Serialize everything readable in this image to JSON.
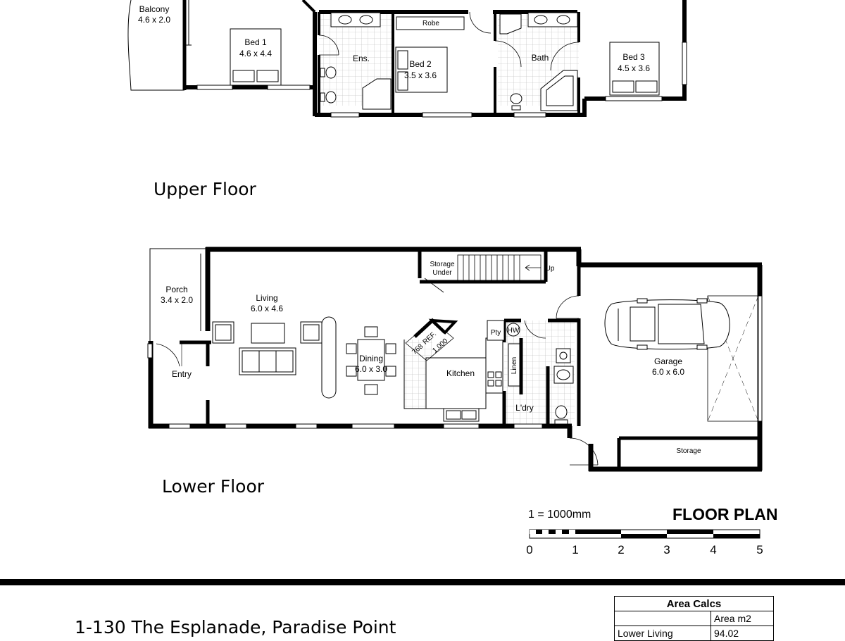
{
  "upper_floor": {
    "title": "Upper Floor",
    "rooms": [
      {
        "name": "Balcony",
        "size": "4.6 x 2.0"
      },
      {
        "name": "Bed 1",
        "size": "4.6 x 4.4"
      },
      {
        "name": "Ens.",
        "size": ""
      },
      {
        "name": "Robe",
        "size": ""
      },
      {
        "name": "Bed 2",
        "size": "3.5 x 3.6"
      },
      {
        "name": "Bath",
        "size": ""
      },
      {
        "name": "Bed 3",
        "size": "4.5 x 3.6"
      }
    ]
  },
  "lower_floor": {
    "title": "Lower Floor",
    "rooms": [
      {
        "name": "Porch",
        "size": "3.4 x 2.0"
      },
      {
        "name": "Living",
        "size": "6.0 x 4.6"
      },
      {
        "name": "Storage",
        "size": "Under"
      },
      {
        "name": "Up",
        "size": ""
      },
      {
        "name": "Dining",
        "size": "6.0 x 3.0"
      },
      {
        "name": "Kitchen",
        "size": ""
      },
      {
        "name": "Entry",
        "size": ""
      },
      {
        "name": "Pty",
        "size": ""
      },
      {
        "name": "HW",
        "size": ""
      },
      {
        "name": "Linen",
        "size": ""
      },
      {
        "name": "L'dry",
        "size": ""
      },
      {
        "name": "Garage",
        "size": "6.0 x 6.0"
      },
      {
        "name": "Storage",
        "size": ""
      }
    ],
    "fridge": {
      "label": "REF.",
      "dim_a": "768",
      "dim_b": "1,000"
    }
  },
  "legend": {
    "scale_text": "1 = 1000mm",
    "plan_title": "FLOOR PLAN",
    "ticks": [
      "0",
      "1",
      "2",
      "3",
      "4",
      "5"
    ]
  },
  "footer": {
    "address": "1-130 The Esplanade, Paradise Point",
    "area_table": {
      "title": "Area Calcs",
      "unit_header": "Area m2",
      "rows": [
        {
          "label": "Lower Living",
          "value": "94.02"
        }
      ]
    }
  }
}
